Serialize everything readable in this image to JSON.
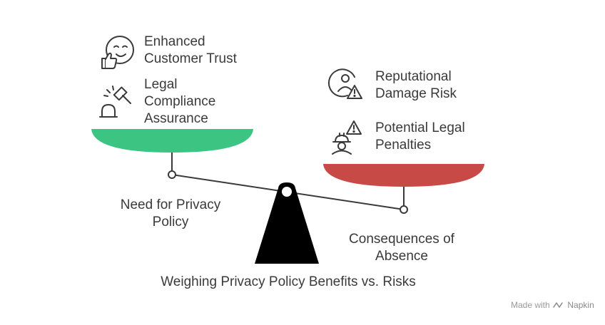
{
  "diagram": {
    "title": "Weighing Privacy Policy Benefits vs. Risks",
    "left_side": {
      "label_line1": "Need for Privacy",
      "label_line2": "Policy",
      "color": "#3cc483",
      "items": [
        {
          "line1": "Enhanced",
          "line2": "Customer Trust",
          "line3": "",
          "icon": "smiling-face-thumbs-up-icon"
        },
        {
          "line1": "Legal",
          "line2": "Compliance",
          "line3": "Assurance",
          "icon": "gavel-icon"
        }
      ]
    },
    "right_side": {
      "label_line1": "Consequences of",
      "label_line2": "Absence",
      "color": "#c84a47",
      "items": [
        {
          "line1": "Reputational",
          "line2": "Damage Risk",
          "icon": "person-warning-icon"
        },
        {
          "line1": "Potential Legal",
          "line2": "Penalties",
          "icon": "judge-warning-icon"
        }
      ]
    }
  },
  "footer": {
    "made_with": "Made with",
    "brand": "Napkin"
  }
}
